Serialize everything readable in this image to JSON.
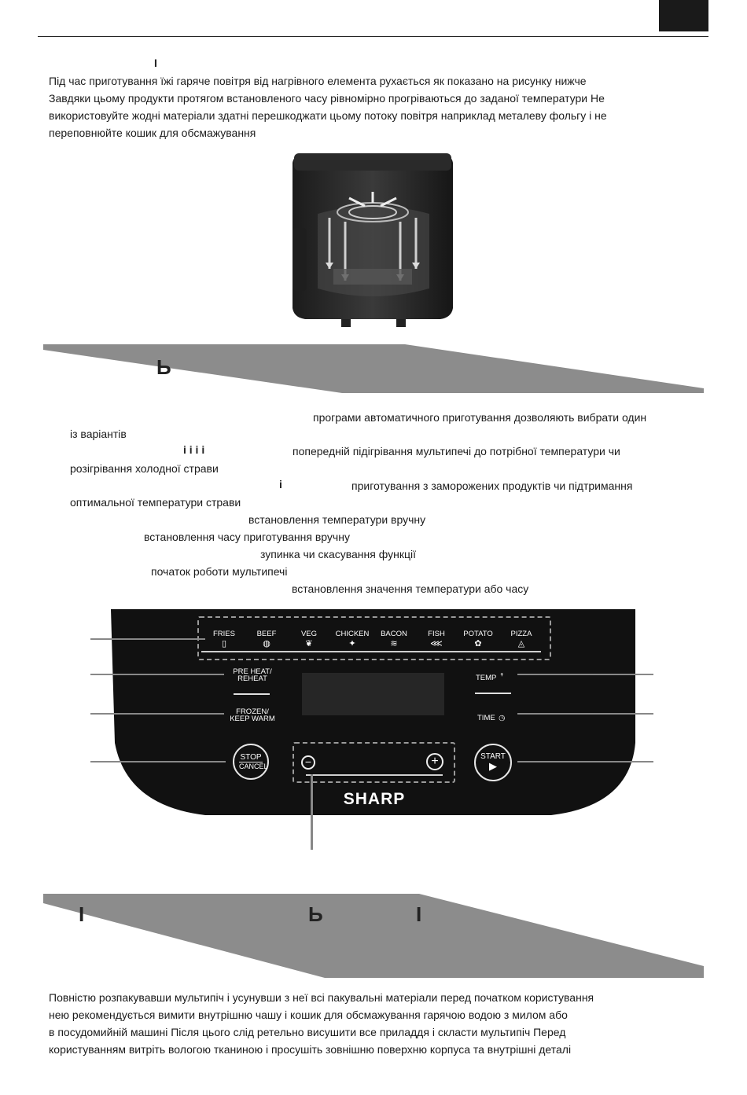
{
  "intro": {
    "heading_fragment": "І",
    "lines": [
      "Під час приготування їжі гаряче повітря від нагрівного елемента рухається  як показано на рисунку нижче",
      "Завдяки цьому продукти протягом встановленого часу рівномірно прогріваються до заданої температури  Не",
      "використовуйте жодні матеріали  здатні перешкоджати цьому потоку повітря  наприклад металеву фольгу  і не",
      "переповнюйте кошик для обсмажування"
    ]
  },
  "section1": {
    "heading_fragment": "Ь"
  },
  "controls": {
    "programs": {
      "desc": "програми автоматичного приготування  дозволяють вибрати один",
      "desc2": "із    варіантів"
    },
    "preheat": {
      "frag": "і   і     і   і",
      "desc": "попередній підігрівання мультипечі до потрібної температури чи",
      "desc2": "розігрівання холодної страви"
    },
    "frozen": {
      "frag": "і",
      "desc": "приготування з заморожених продуктів чи підтримання",
      "desc2": "оптимальної температури страви"
    },
    "temp": {
      "desc": "встановлення температури вручну"
    },
    "time": {
      "desc": "встановлення часу приготування вручну"
    },
    "stop": {
      "desc": "зупинка чи скасування функції"
    },
    "start": {
      "desc": "початок роботи мультипечі"
    },
    "plusminus": {
      "desc": "встановлення значення температури або часу"
    }
  },
  "panel": {
    "programs": [
      {
        "label": "FRIES",
        "icon": "fries-icon",
        "glyph": "▯"
      },
      {
        "label": "BEEF",
        "icon": "beef-icon",
        "glyph": "◍"
      },
      {
        "label": "VEG",
        "icon": "veg-icon",
        "glyph": "❦"
      },
      {
        "label": "CHICKEN",
        "icon": "chicken-icon",
        "glyph": "✦"
      },
      {
        "label": "BACON",
        "icon": "bacon-icon",
        "glyph": "≋"
      },
      {
        "label": "FISH",
        "icon": "fish-icon",
        "glyph": "⋘"
      },
      {
        "label": "POTATO",
        "icon": "potato-icon",
        "glyph": "✿"
      },
      {
        "label": "PIZZA",
        "icon": "pizza-icon",
        "glyph": "◬"
      }
    ],
    "preheat_line1": "PRE HEAT/",
    "preheat_line2": "REHEAT",
    "frozen_line1": "FROZEN/",
    "frozen_line2": "KEEP WARM",
    "temp_label": "TEMP",
    "time_label": "TIME",
    "stop_line1": "STOP",
    "stop_line2": "CANCEL",
    "start_label": "START",
    "minus": "−",
    "plus": "+",
    "brand": "SHARP"
  },
  "section2": {
    "fragments": [
      "І",
      "Ь",
      "І"
    ]
  },
  "cleaning": {
    "lines": [
      "Повністю розпакувавши мультипіч і усунувши з неї всі пакувальні матеріали  перед початком користування",
      "нею рекомендується вимити внутрішню чашу і кошик для обсмажування гарячою водою з милом або",
      "в посудомийній машині  Після цього слід ретельно висушити все приладдя і скласти мультипіч  Перед",
      "користуванням витріть вологою тканиною і просушіть зовнішню поверхню корпуса та внутрішні деталі"
    ]
  },
  "colors": {
    "band": "#8c8c8c",
    "panel": "#111111",
    "tab": "#1a1a1a",
    "callout": "#8a8a8a"
  }
}
